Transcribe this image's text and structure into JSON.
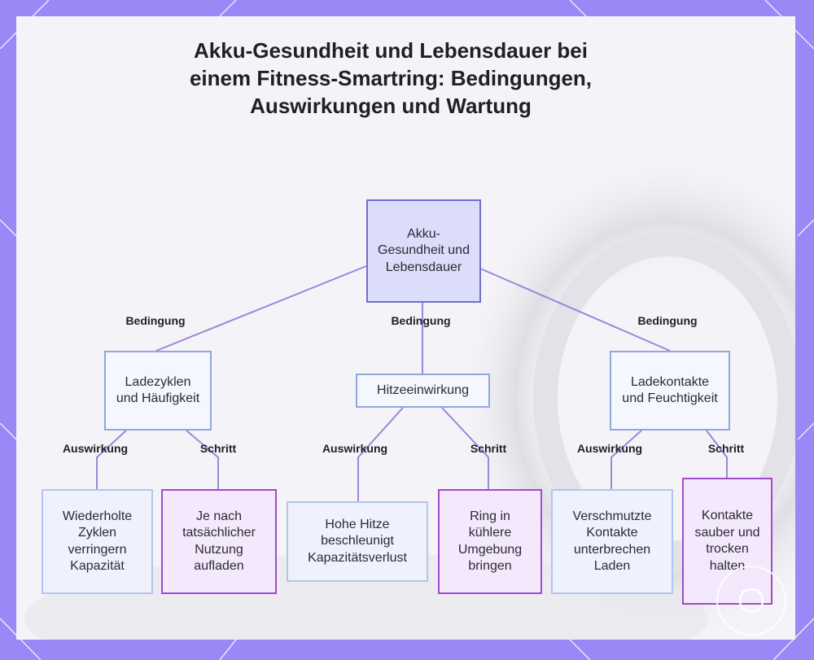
{
  "title": "Akku-Gesundheit und Lebensdauer bei einem Fitness-Smartring: Bedingungen, Auswirkungen und Wartung",
  "colors": {
    "frame": "#9b87f5",
    "connector": "#9b87d8",
    "root_fill": "#dcdcfb",
    "step_border": "#a04bcc"
  },
  "nodes": {
    "root": "Akku-Gesundheit und Lebensdauer",
    "charge_cycles": "Ladezyklen und Häufigkeit",
    "heat": "Hitzeeinwirkung",
    "contacts": "Ladekontakte und Feuchtigkeit",
    "effect_cycles": "Wiederholte Zyklen verringern Kapazität",
    "step_charge": "Je nach tatsächlicher Nutzung aufladen",
    "effect_heat": "Hohe Hitze beschleunigt Kapazitätsverlust",
    "step_cool": "Ring in kühlere Umgebung bringen",
    "effect_dirty": "Verschmutzte Kontakte unterbrechen Laden",
    "step_clean": "Kontakte sauber und trocken halten"
  },
  "edge_labels": {
    "condition": "Bedingung",
    "effect": "Auswirkung",
    "step": "Schritt"
  }
}
